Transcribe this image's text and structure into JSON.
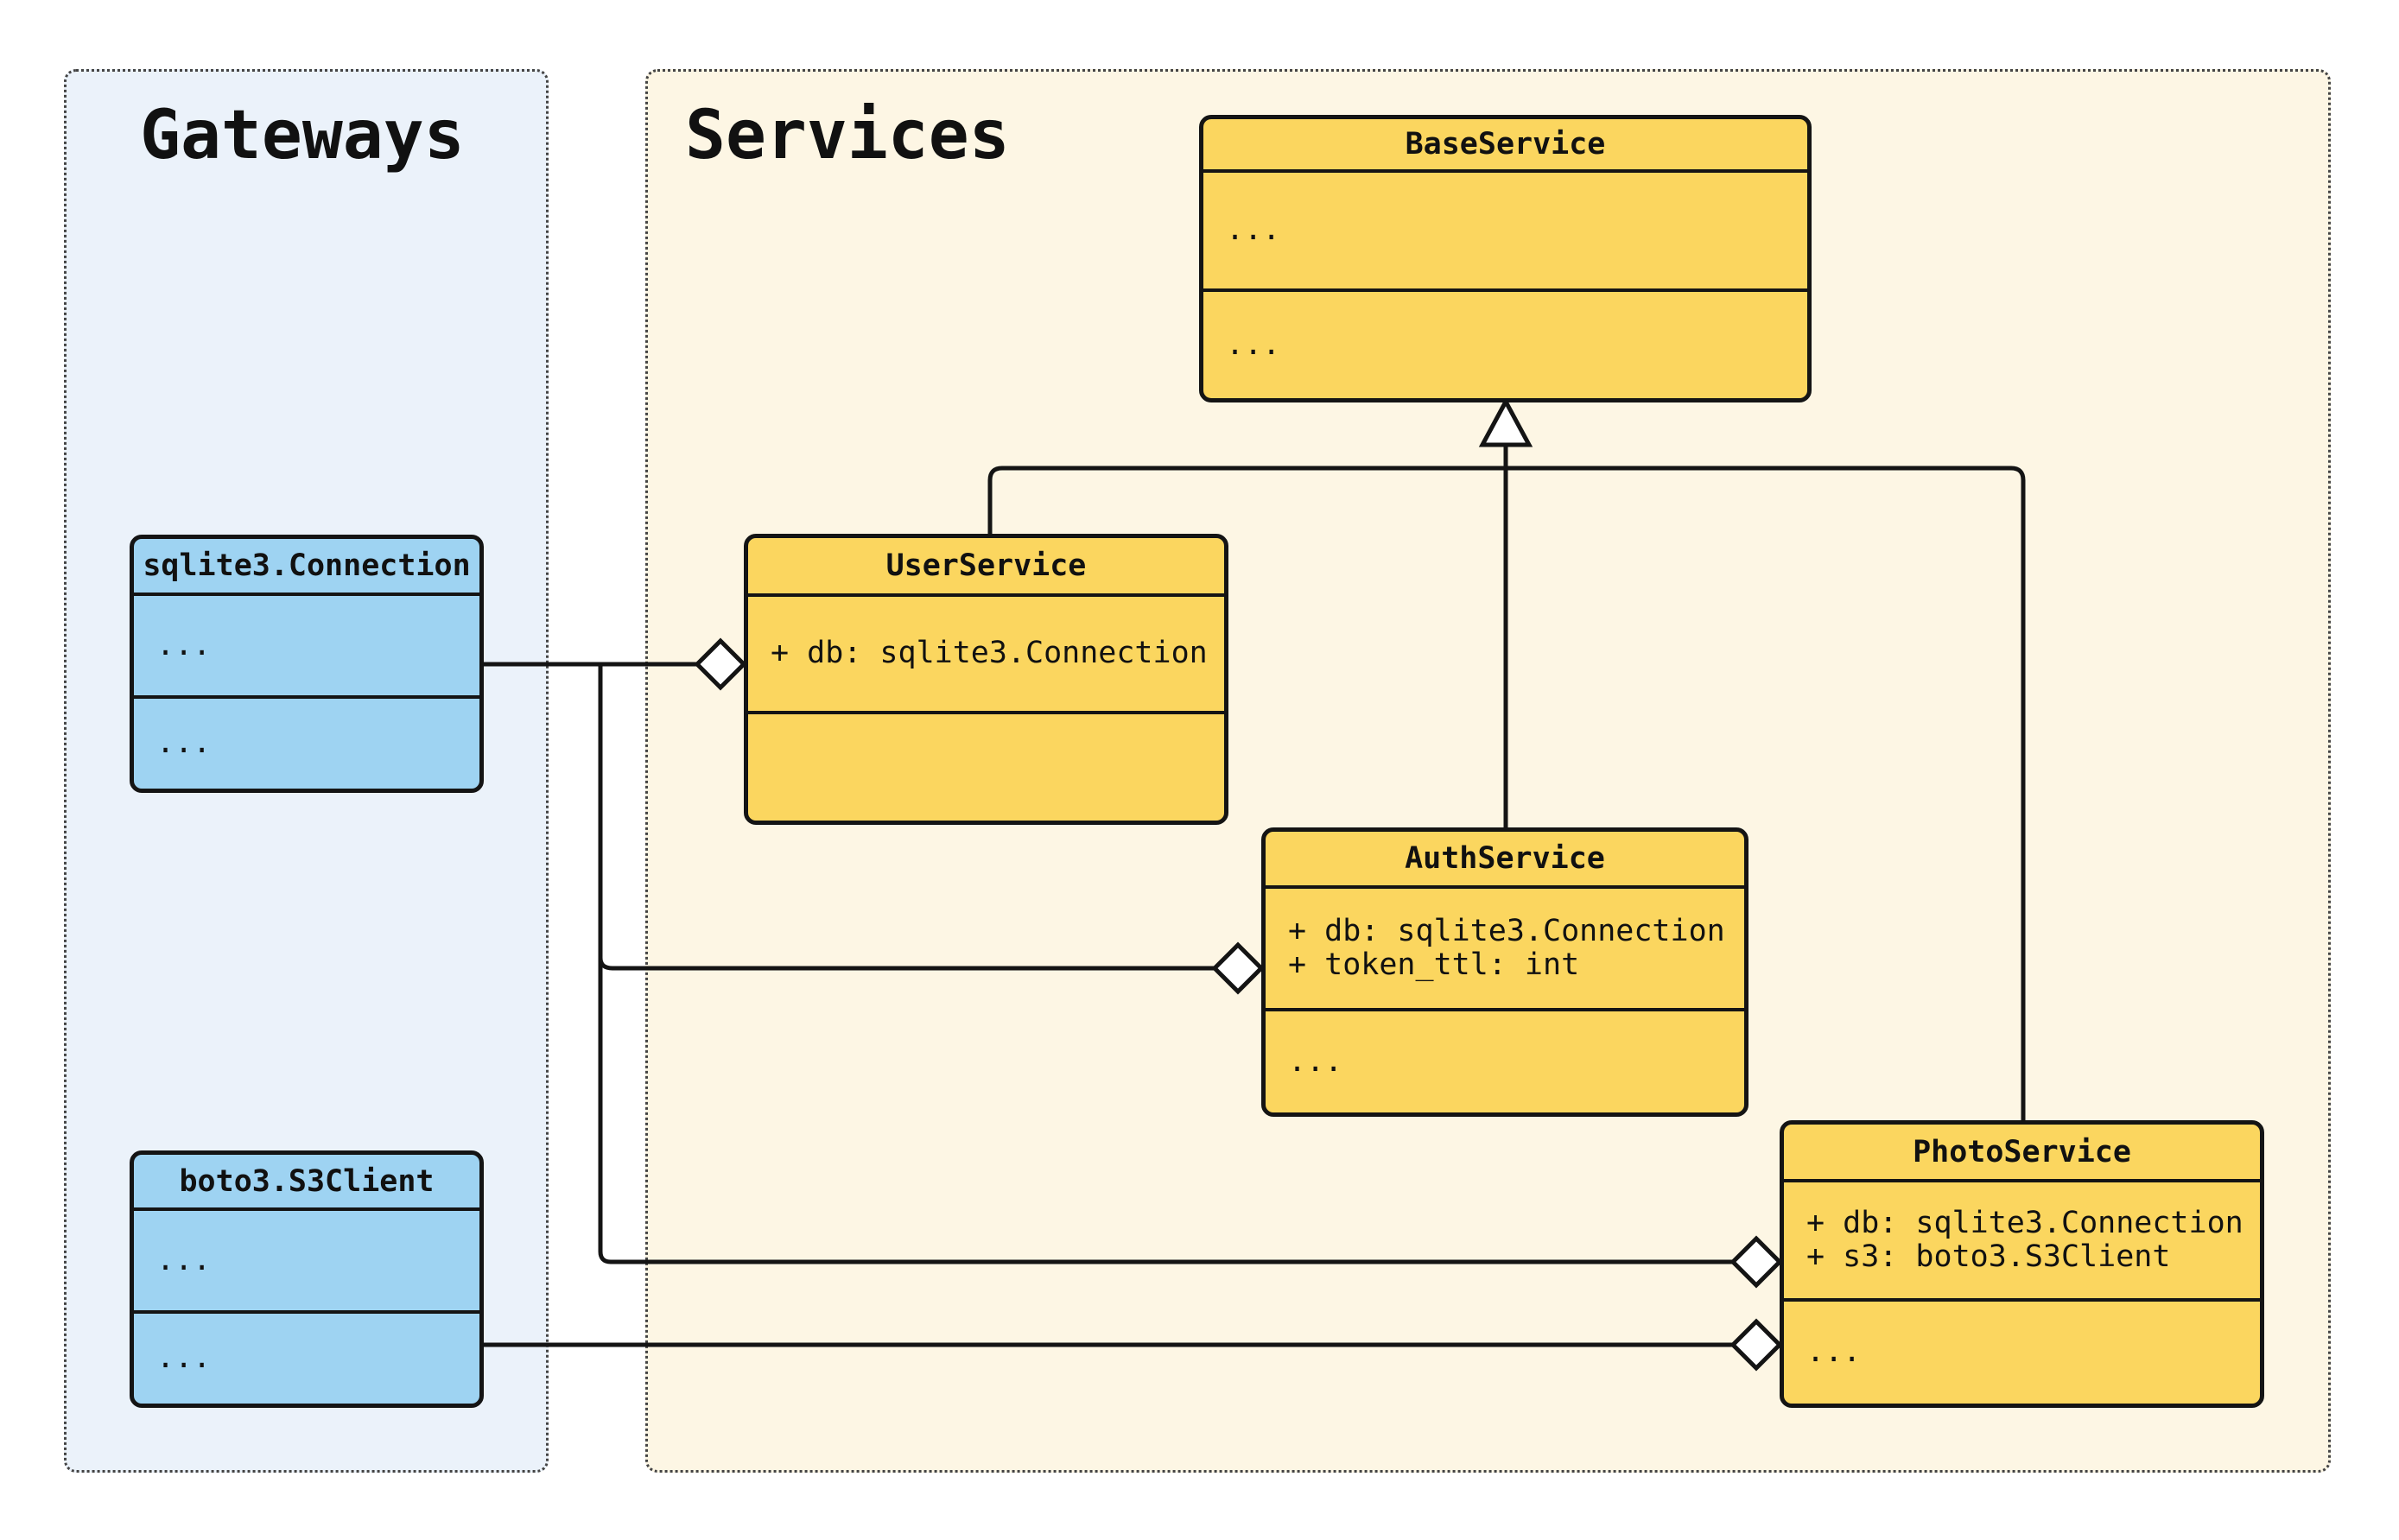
{
  "diagram": {
    "type": "uml-class-diagram",
    "panels": {
      "gateways": {
        "title": "Gateways"
      },
      "services": {
        "title": "Services"
      }
    },
    "classes": {
      "base_service": {
        "name": "BaseService",
        "attributes": [
          "..."
        ],
        "methods": [
          "..."
        ]
      },
      "user_service": {
        "name": "UserService",
        "attributes": [
          "+ db: sqlite3.Connection"
        ],
        "methods": []
      },
      "auth_service": {
        "name": "AuthService",
        "attributes": [
          "+ db: sqlite3.Connection",
          "+ token_ttl: int"
        ],
        "methods": [
          "..."
        ]
      },
      "photo_service": {
        "name": "PhotoService",
        "attributes": [
          "+ db: sqlite3.Connection",
          "+ s3: boto3.S3Client"
        ],
        "methods": [
          "..."
        ]
      },
      "sqlite3_connection": {
        "name": "sqlite3.Connection",
        "attributes": [
          "..."
        ],
        "methods": [
          "..."
        ]
      },
      "boto3_s3client": {
        "name": "boto3.S3Client",
        "attributes": [
          "..."
        ],
        "methods": [
          "..."
        ]
      }
    },
    "relationships": [
      {
        "type": "inheritance",
        "from": "UserService",
        "to": "BaseService"
      },
      {
        "type": "inheritance",
        "from": "AuthService",
        "to": "BaseService"
      },
      {
        "type": "inheritance",
        "from": "PhotoService",
        "to": "BaseService"
      },
      {
        "type": "aggregation",
        "from": "sqlite3.Connection",
        "to": "UserService",
        "as": "db"
      },
      {
        "type": "aggregation",
        "from": "sqlite3.Connection",
        "to": "AuthService",
        "as": "db"
      },
      {
        "type": "aggregation",
        "from": "sqlite3.Connection",
        "to": "PhotoService",
        "as": "db"
      },
      {
        "type": "aggregation",
        "from": "boto3.S3Client",
        "to": "PhotoService",
        "as": "s3"
      }
    ],
    "colors": {
      "service_fill": "#FBD65F",
      "gateway_fill": "#9ED3F2",
      "services_panel_bg": "#FDF6E4",
      "gateways_panel_bg": "#EBF2FA",
      "stroke": "#141414",
      "panel_border": "#444444",
      "canvas_bg": "#FFFFFF"
    }
  }
}
